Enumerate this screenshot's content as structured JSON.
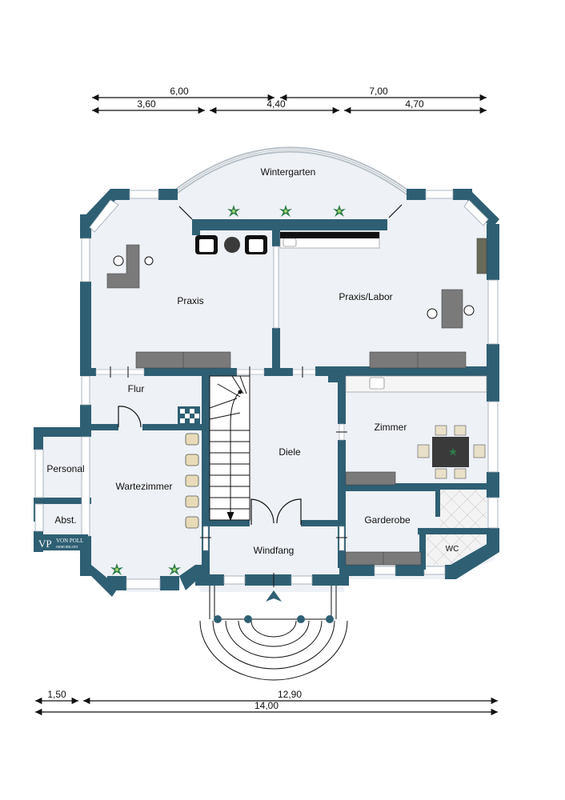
{
  "dimensions": {
    "top_row1": [
      "6,00",
      "7,00"
    ],
    "top_row2": [
      "3,60",
      "4,40",
      "4,70"
    ],
    "bottom_row1": [
      "1,50",
      "12,90"
    ],
    "bottom_total": "14,00"
  },
  "rooms": {
    "wintergarten": "Wintergarten",
    "praxis": "Praxis",
    "praxis_labor": "Praxis/Labor",
    "flur": "Flur",
    "diele": "Diele",
    "zimmer": "Zimmer",
    "personal": "Personal",
    "wartezimmer": "Wartezimmer",
    "abst": "Abst.",
    "garderobe": "Garderobe",
    "wc": "WC",
    "windfang": "Windfang"
  },
  "logo": {
    "monogram": "VP",
    "line1": "VON POLL",
    "line2": "IMMOBILIEN"
  },
  "colors": {
    "wall": "#2e5f73",
    "floor": "#eef1f6",
    "furniture": "#6f6f6f",
    "plant": "#2f7d4a",
    "dimension": "#111111"
  }
}
